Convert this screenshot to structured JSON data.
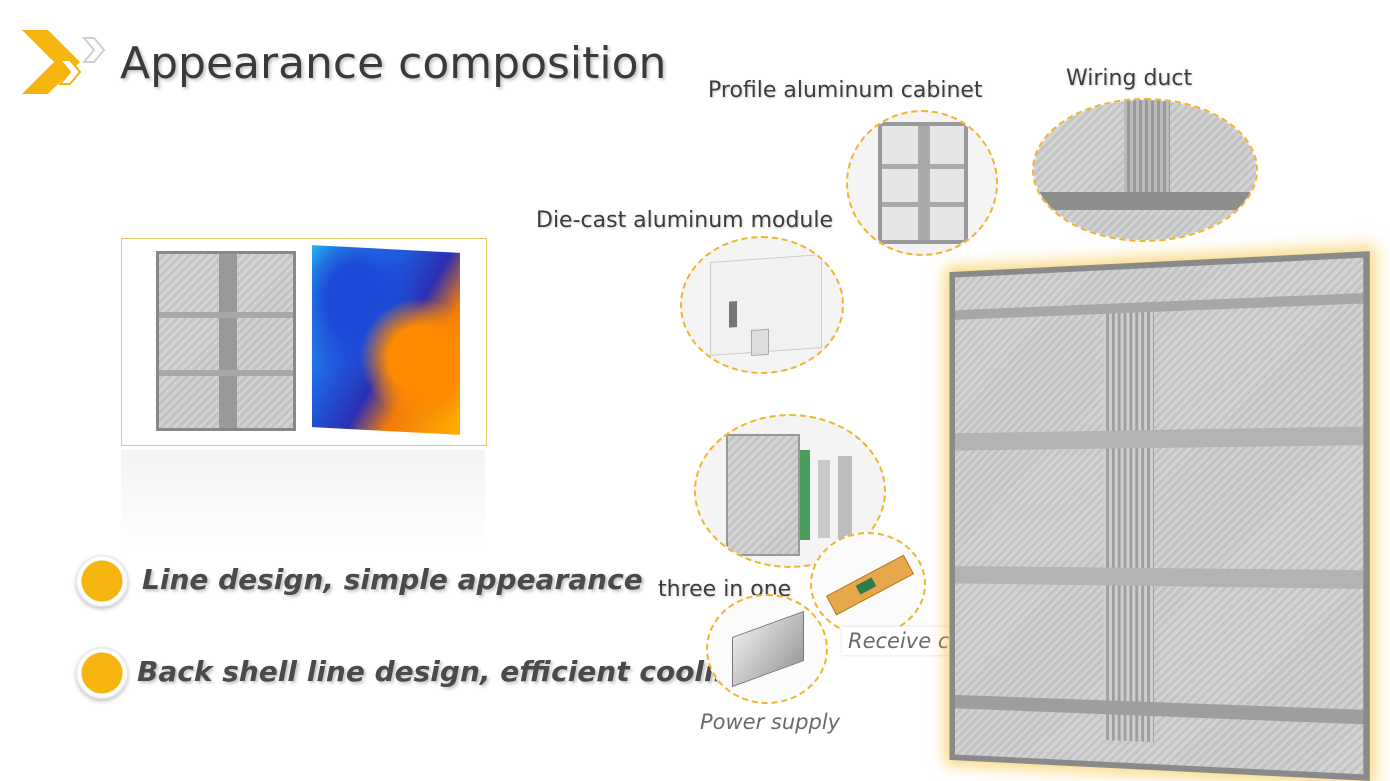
{
  "slide": {
    "title": "Appearance composition",
    "accent_color": "#f6b40e"
  },
  "features": [
    {
      "text": "Line design, simple appearance",
      "icon": "yellow-dot-icon"
    },
    {
      "text": "Back shell line design, efficient cooling",
      "icon": "yellow-dot-icon"
    }
  ],
  "components": {
    "profile_cabinet": "Profile aluminum cabinet",
    "wiring_duct": "Wiring duct",
    "die_cast_module": "Die-cast aluminum module",
    "three_in_one": "three in one",
    "receive_card": "Receive card",
    "power_supply": "Power supply"
  }
}
